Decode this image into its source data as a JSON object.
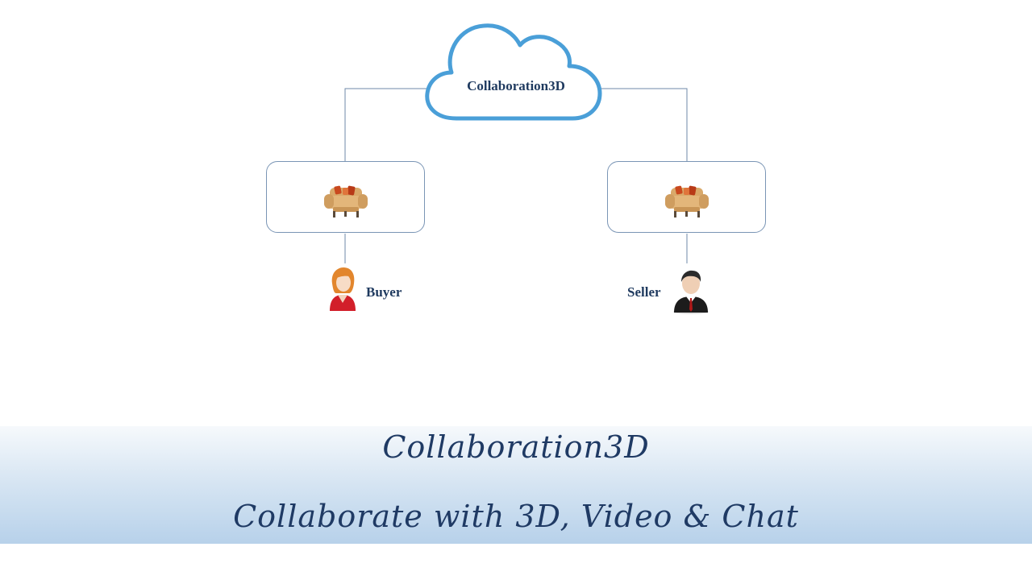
{
  "diagram": {
    "cloud_label": "Collaboration3D",
    "buyer_label": "Buyer",
    "seller_label": "Seller"
  },
  "banner": {
    "title": "Collaboration3D",
    "subtitle": "Collaborate with 3D, Video & Chat"
  },
  "colors": {
    "cloud_stroke": "#4a9fd8",
    "connector": "#6f8aa8",
    "box_border": "#7a95b5",
    "label_text": "#1f3a5f",
    "banner_top": "#f6f9fc",
    "banner_bottom": "#b7d1ea"
  },
  "icons": [
    "cloud-icon",
    "armchair-icon",
    "buyer-avatar-icon",
    "seller-avatar-icon"
  ]
}
